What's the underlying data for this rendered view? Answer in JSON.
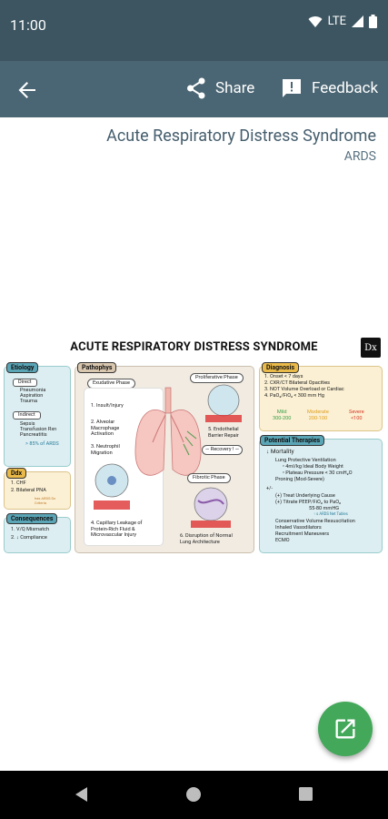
{
  "status_bar": {
    "time": "11:00",
    "network": "LTE"
  },
  "app_bar": {
    "share_label": "Share",
    "feedback_label": "Feedback"
  },
  "header": {
    "title": "Acute Respiratory Distress Syndrome",
    "subtitle": "ARDS"
  },
  "infographic": {
    "title": "ACUTE RESPIRATORY DISTRESS SYNDROME",
    "logo": "Dx",
    "etiology": {
      "label": "Etiology",
      "direct_label": "Direct",
      "direct_items": [
        "Pneumonia",
        "Aspiration",
        "Trauma"
      ],
      "indirect_label": "Indirect",
      "indirect_items": [
        "Sepsis",
        "Transfusion Rxn",
        "Pancreatitis"
      ],
      "sepsis_note": "> 85% of ARDS"
    },
    "ddx": {
      "label": "Ddx",
      "items": [
        "1. CHF",
        "2. Bilateral PNA"
      ],
      "note": "has ARDS Dx Criteria"
    },
    "consequences": {
      "label": "Consequences",
      "items": [
        "1. V/Q Mismatch",
        "2. ↓ Compliance"
      ]
    },
    "pathophys": {
      "label": "Pathophys",
      "exudative": "Exudative Phase",
      "proliferative": "Proliferative Phase",
      "fibrotic": "Fibrotic Phase",
      "recovery": "— Recovery ! —",
      "steps": [
        "1. Insult/Injury",
        "2. Alveolar Macrophage Activation",
        "3. Neutrophil Migration",
        "4. Capillary Leakage of Protein-Rich Fluid & Microvascular Injury",
        "5. Endothelial Barrier Repair",
        "6. Disruption of Normal Lung Architecture"
      ]
    },
    "diagnosis": {
      "label": "Diagnosis",
      "items": [
        "1. Onset < 7 days",
        "2. CXR/CT Bilateral Opacities",
        "3. NOT Volume Overload or Cardiac",
        "4. PaO₂/FiO₂ < 300 mm Hg"
      ],
      "severity": [
        {
          "name": "Mild",
          "range": "300-200",
          "color": "#3aa04a"
        },
        {
          "name": "Moderate",
          "range": "200-100",
          "color": "#e0a020"
        },
        {
          "name": "Severe",
          "range": "<100",
          "color": "#d83a2a"
        }
      ]
    },
    "therapies": {
      "label": "Potential Therapies",
      "mortality": "↓ Mortality",
      "items": [
        "Lung Protective Ventilation",
        "• 4ml/kg Ideal Body Weight",
        "• Plateau Pressure < 30 cmH₂O",
        "Proning (Mod-Severe)"
      ],
      "plus_minus": "+/-",
      "pm_items": [
        "(+) Treat Underlying Cause",
        "(+) Titrate PEEP/FiO₂ to PaO₂",
        "55-80 mmHG"
      ],
      "pm_note": "↑ s ARDS Net Tables",
      "other_items": [
        "Conservative Volume Resuscitation",
        "Inhaled Vasodilators",
        "Recruitment Maneuvers",
        "ECMO"
      ]
    }
  },
  "colors": {
    "status_bar": "#3d5561",
    "app_bar": "#4a6573",
    "fab": "#43a85a",
    "etiology_bg": "#dceef2",
    "pathophys_bg": "#f1ebe2",
    "diagnosis_bg": "#fbf0d3"
  }
}
